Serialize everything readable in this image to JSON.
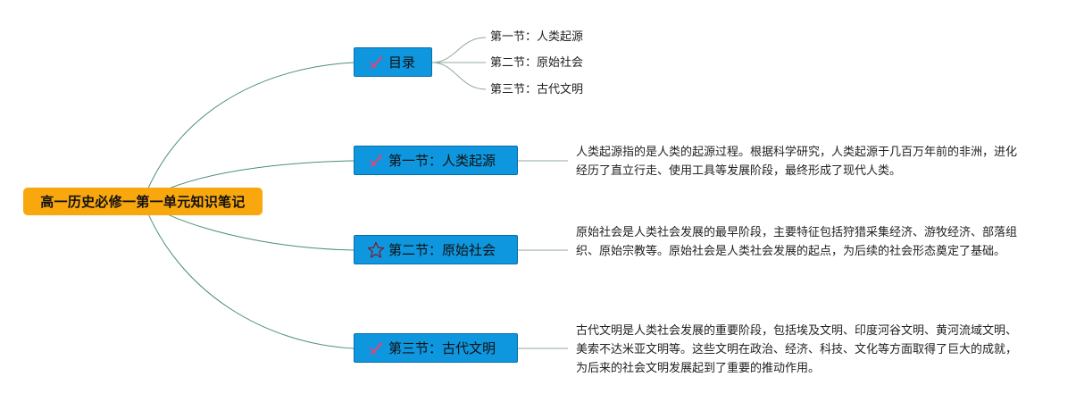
{
  "root": {
    "label": "高一历史必修一第一单元知识笔记"
  },
  "branches": [
    {
      "label": "目录",
      "icon": "pencil-icon",
      "children": [
        "第一节：人类起源",
        "第二节：原始社会",
        "第三节：古代文明"
      ]
    },
    {
      "label": "第一节：人类起源",
      "icon": "pencil-icon",
      "description": "人类起源指的是人类的起源过程。根据科学研究，人类起源于几百万年前的非洲，进化经历了直立行走、使用工具等发展阶段，最终形成了现代人类。"
    },
    {
      "label": "第二节：原始社会",
      "icon": "star-outline-icon",
      "description": "原始社会是人类社会发展的最早阶段，主要特征包括狩猎采集经济、游牧经济、部落组织、原始宗教等。原始社会是人类社会发展的起点，为后续的社会形态奠定了基础。"
    },
    {
      "label": "第三节：古代文明",
      "icon": "pencil-icon",
      "description": "古代文明是人类社会发展的重要阶段，包括埃及文明、印度河谷文明、黄河流域文明、美索不达米亚文明等。这些文明在政治、经济、科技、文化等方面取得了巨大的成就，为后来的社会文明发展起到了重要的推动作用。"
    }
  ],
  "colors": {
    "root_fill": "#f9a70e",
    "branch_fill": "#0e96de",
    "connector": "#4a8f78",
    "icon_accent": "#e0457a"
  }
}
